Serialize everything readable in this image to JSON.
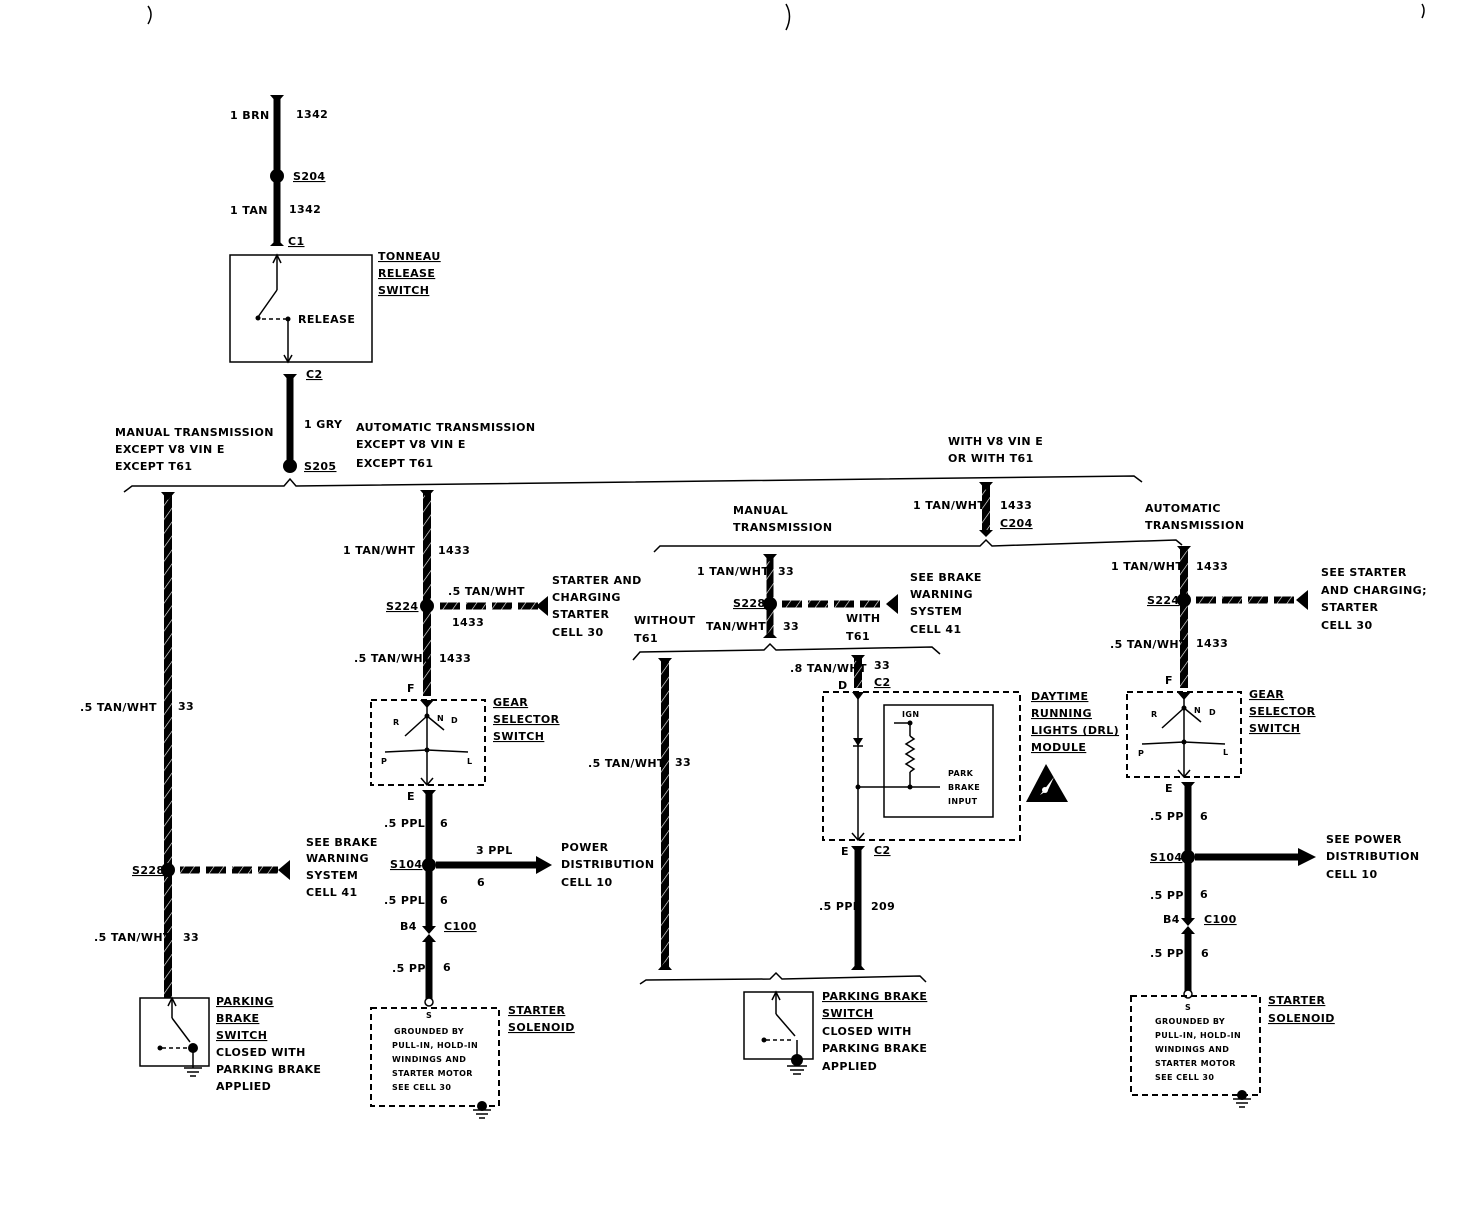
{
  "top": {
    "wire_1_color": "1 BRN",
    "wire_1_circuit": "1342",
    "splice_s204": "S204",
    "wire_2_color": "1 TAN",
    "wire_2_circuit": "1342",
    "conn_c1": "C1",
    "conn_c2": "C2",
    "wire_3_color": "1 GRY",
    "splice_s205": "S205"
  },
  "tonneau_switch": {
    "title_1": "TONNEAU",
    "title_2": "RELEASE",
    "title_3": "SWITCH",
    "release": "RELEASE"
  },
  "branch_labels": {
    "manual_1": "MANUAL TRANSMISSION",
    "manual_2": "EXCEPT V8 VIN E",
    "manual_3": "EXCEPT T61",
    "auto_1": "AUTOMATIC TRANSMISSION",
    "auto_2": "EXCEPT V8 VIN E",
    "auto_3": "EXCEPT T61",
    "v8_1": "WITH V8 VIN E",
    "v8_2": "OR WITH T61"
  },
  "col1": {
    "wire_color": ".5 TAN/WHT",
    "wire_circuit": "33",
    "splice": "S228",
    "see_1": "SEE BRAKE",
    "see_2": "WARNING",
    "see_3": "SYSTEM",
    "see_4": "CELL 41",
    "wire2_color": ".5 TAN/WHT",
    "wire2_circuit": "33",
    "sw_1": "PARKING",
    "sw_2": "BRAKE",
    "sw_3": "SWITCH",
    "sw_4": "CLOSED WITH",
    "sw_5": "PARKING BRAKE",
    "sw_6": "APPLIED"
  },
  "col2": {
    "w1_color": "1 TAN/WHT",
    "w1_circuit": "1433",
    "splice": "S224",
    "branch_color": ".5 TAN/WHT",
    "branch_circuit": "1433",
    "see_1": "STARTER AND",
    "see_2": "CHARGING",
    "see_3": "STARTER",
    "see_4": "CELL 30",
    "w2_color": ".5 TAN/WHT",
    "w2_circuit": "1433",
    "term_f": "F",
    "gear_1": "GEAR",
    "gear_2": "SELECTOR",
    "gear_3": "SWITCH",
    "pos_r": "R",
    "pos_n": "N",
    "pos_d": "D",
    "pos_p": "P",
    "pos_l": "L",
    "term_e": "E",
    "w3_color": ".5 PPL",
    "w3_circuit": "6",
    "splice2": "S104",
    "pwr_color": "3 PPL",
    "pwr_circuit": "6",
    "pwr_1": "POWER",
    "pwr_2": "DISTRIBUTION",
    "pwr_3": "CELL 10",
    "w4_color": ".5 PPL",
    "w4_circuit": "6",
    "pin": "B4",
    "conn": "C100",
    "w5_color": ".5 PPL",
    "w5_circuit": "6",
    "term_s": "S",
    "sol_1": "STARTER",
    "sol_2": "SOLENOID",
    "g_1": "GROUNDED BY",
    "g_2": "PULL-IN, HOLD-IN",
    "g_3": "WINDINGS AND",
    "g_4": "STARTER MOTOR",
    "g_5": "SEE CELL 30"
  },
  "v8": {
    "w_color": "1 TAN/WHT",
    "w_circuit": "1433",
    "conn": "C204",
    "manual_1": "MANUAL",
    "manual_2": "TRANSMISSION",
    "auto_1": "AUTOMATIC",
    "auto_2": "TRANSMISSION"
  },
  "col3": {
    "w1_color": "1 TAN/WHT",
    "w1_circuit": "33",
    "splice": "S228",
    "w2_color": "TAN/WHT",
    "w2_circuit": "33",
    "see_1": "SEE BRAKE",
    "see_2": "WARNING",
    "see_3": "SYSTEM",
    "see_4": "CELL 41",
    "without_1": "WITHOUT",
    "without_2": "T61",
    "with_1": "WITH",
    "with_2": "T61",
    "left_color": ".5 TAN/WHT",
    "left_circuit": "33",
    "drl_in_color": ".8 TAN/WHT",
    "drl_in_circuit": "33",
    "term_d": "D",
    "conn_c2": "C2",
    "ign": "IGN",
    "park_1": "PARK",
    "park_2": "BRAKE",
    "park_3": "INPUT",
    "drl_1": "DAYTIME",
    "drl_2": "RUNNING",
    "drl_3": "LIGHTS (DRL)",
    "drl_4": "MODULE",
    "term_e": "E",
    "conn_c2b": "C2",
    "out_color": ".5 PPL",
    "out_circuit": "209",
    "sw_1": "PARKING BRAKE",
    "sw_2": "SWITCH",
    "sw_3": "CLOSED WITH",
    "sw_4": "PARKING BRAKE",
    "sw_5": "APPLIED"
  },
  "col4": {
    "w1_color": "1 TAN/WHT",
    "w1_circuit": "1433",
    "splice": "S224",
    "see_1": "SEE STARTER",
    "see_2": "AND CHARGING;",
    "see_3": "STARTER",
    "see_4": "CELL 30",
    "w2_color": ".5 TAN/WHT",
    "w2_circuit": "1433",
    "term_f": "F",
    "gear_1": "GEAR",
    "gear_2": "SELECTOR",
    "gear_3": "SWITCH",
    "pos_r": "R",
    "pos_n": "N",
    "pos_d": "D",
    "pos_p": "P",
    "pos_l": "L",
    "term_e": "E",
    "w3_color": ".5 PPL",
    "w3_circuit": "6",
    "splice2": "S104",
    "pwr_1": "SEE POWER",
    "pwr_2": "DISTRIBUTION",
    "pwr_3": "CELL 10",
    "w4_color": ".5 PPL",
    "w4_circuit": "6",
    "pin": "B4",
    "conn": "C100",
    "w5_color": ".5 PPL",
    "w5_circuit": "6",
    "term_s": "S",
    "sol_1": "STARTER",
    "sol_2": "SOLENOID",
    "g_1": "GROUNDED BY",
    "g_2": "PULL-IN, HOLD-IN",
    "g_3": "WINDINGS AND",
    "g_4": "STARTER MOTOR",
    "g_5": "SEE CELL 30"
  }
}
